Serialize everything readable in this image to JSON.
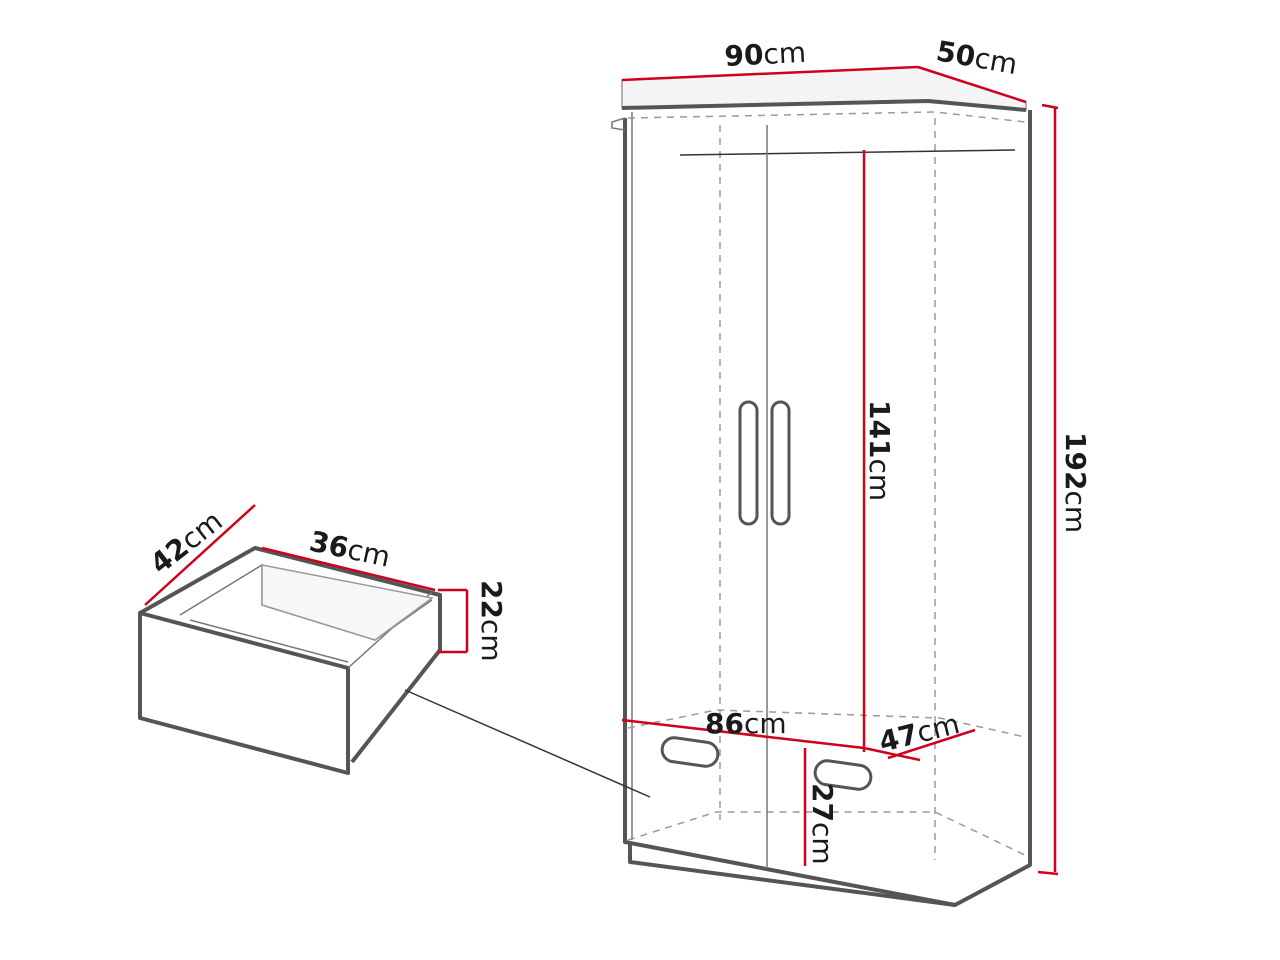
{
  "colors": {
    "dimension_line": "#d0021b",
    "outline": "#555555",
    "text": "#1a1a1a"
  },
  "wardrobe": {
    "width": {
      "value": "90",
      "unit": "cm"
    },
    "depth": {
      "value": "50",
      "unit": "cm"
    },
    "height": {
      "value": "192",
      "unit": "cm"
    },
    "hanging_space": {
      "value": "141",
      "unit": "cm"
    },
    "interior_width": {
      "value": "86",
      "unit": "cm"
    },
    "interior_depth": {
      "value": "47",
      "unit": "cm"
    },
    "drawer_height": {
      "value": "27",
      "unit": "cm"
    }
  },
  "drawer": {
    "depth": {
      "value": "42",
      "unit": "cm"
    },
    "width": {
      "value": "36",
      "unit": "cm"
    },
    "height": {
      "value": "22",
      "unit": "cm"
    }
  }
}
